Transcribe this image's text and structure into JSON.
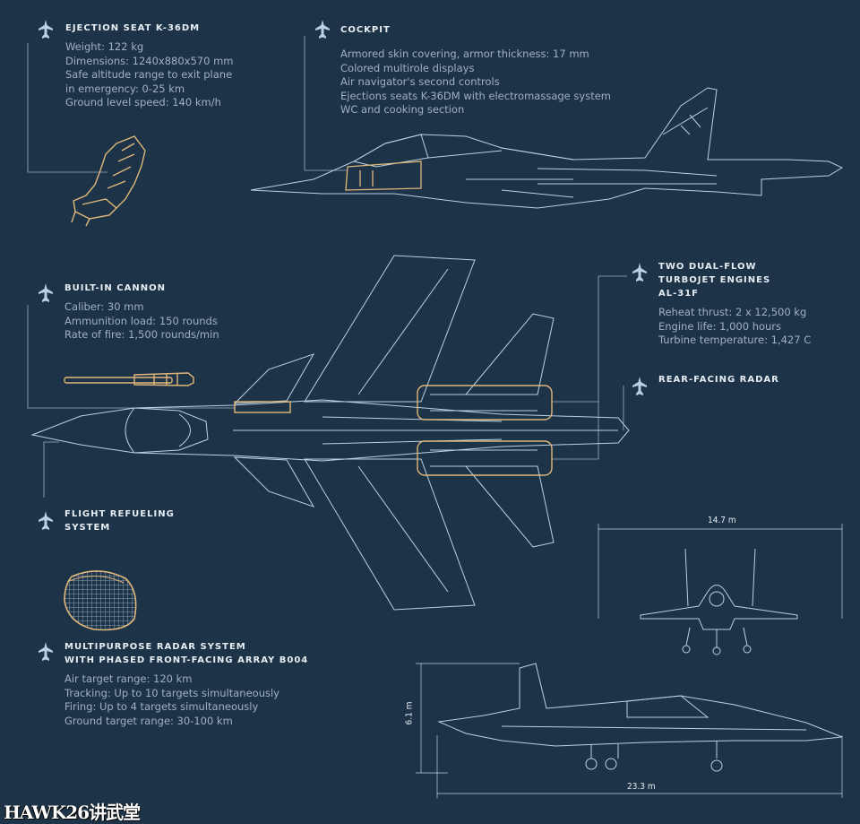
{
  "colors": {
    "background": "#1d3347",
    "line": "#b9d2e6",
    "highlight": "#e0b77a",
    "title": "#e6eef4",
    "text": "#9fb1c1"
  },
  "ejection_seat": {
    "title": "EJECTION SEAT K-36DM",
    "specs": [
      "Weight: 122 kg",
      "Dimensions: 1240x880x570 mm",
      "Safe altitude range to exit plane",
      "in emergency: 0-25 km",
      "Ground level speed: 140 km/h"
    ]
  },
  "cockpit": {
    "title": "COCKPIT",
    "specs": [
      "Armored skin covering, armor thickness: 17 mm",
      "Colored multirole displays",
      "Air navigator's second controls",
      "Ejections seats K-36DM with electromassage system",
      "WC and cooking section"
    ]
  },
  "cannon": {
    "title": "BUILT-IN CANNON",
    "specs": [
      "Caliber: 30 mm",
      "Ammunition load: 150 rounds",
      "Rate of fire: 1,500 rounds/min"
    ]
  },
  "engines": {
    "title": "TWO DUAL-FLOW\nTURBOJET ENGINES\nAL-31F",
    "specs": [
      "Reheat thrust: 2 x 12,500 kg",
      "Engine life: 1,000 hours",
      "Turbine temperature: 1,427 C"
    ]
  },
  "rear_radar": {
    "title": "REAR-FACING RADAR"
  },
  "refueling": {
    "title": "FLIGHT REFUELING\nSYSTEM"
  },
  "radar": {
    "title": "MULTIPURPOSE RADAR SYSTEM\nWITH PHASED FRONT-FACING ARRAY B004",
    "specs": [
      "Air target range: 120 km",
      "Tracking: Up to 10 targets simultaneously",
      "Firing: Up to 4 targets simultaneously",
      "Ground target range: 30-100 km"
    ]
  },
  "dimensions": {
    "wingspan": "14.7 m",
    "height": "6.1 m",
    "length": "23.3 m"
  },
  "watermark": "HAWK26讲武堂"
}
